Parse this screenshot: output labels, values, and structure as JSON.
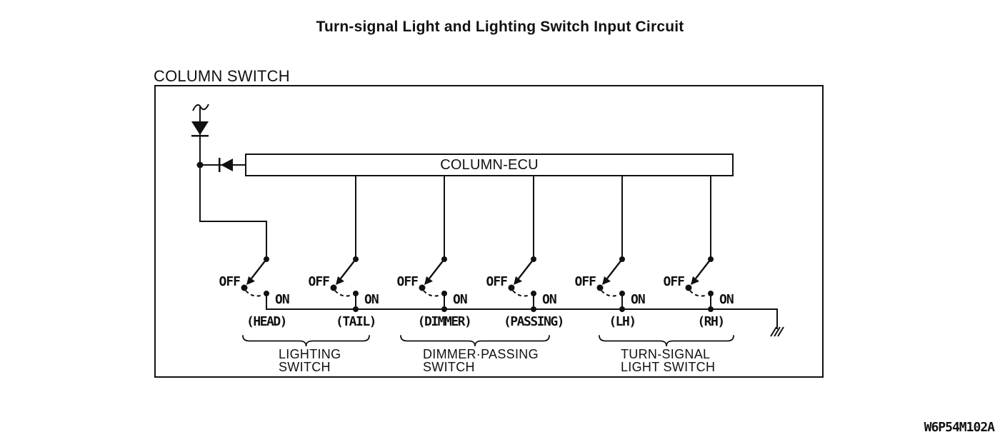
{
  "title": "Turn-signal Light and Lighting Switch Input Circuit",
  "part_code": "W6P54M102A",
  "column_switch": {
    "label": "COLUMN SWITCH",
    "ecu_label": "COLUMN-ECU"
  },
  "switches": [
    {
      "position_label": "(HEAD)",
      "off_label": "OFF",
      "on_label": "ON"
    },
    {
      "position_label": "(TAIL)",
      "off_label": "OFF",
      "on_label": "ON"
    },
    {
      "position_label": "(DIMMER)",
      "off_label": "OFF",
      "on_label": "ON"
    },
    {
      "position_label": "(PASSING)",
      "off_label": "OFF",
      "on_label": "ON"
    },
    {
      "position_label": "(LH)",
      "off_label": "OFF",
      "on_label": "ON"
    },
    {
      "position_label": "(RH)",
      "off_label": "OFF",
      "on_label": "ON"
    }
  ],
  "groups": [
    {
      "line1": "LIGHTING",
      "line2": "SWITCH"
    },
    {
      "line1": "DIMMER·PASSING",
      "line2": "SWITCH"
    },
    {
      "line1": "TURN-SIGNAL",
      "line2": "LIGHT SWITCH"
    }
  ],
  "icons": {
    "power_diode": "diode-down-icon",
    "ecu_input_diode": "diode-left-icon",
    "ground": "chassis-ground-icon",
    "wire_break": "wire-break-icon"
  },
  "colors": {
    "line": "#111111",
    "background": "#ffffff"
  }
}
